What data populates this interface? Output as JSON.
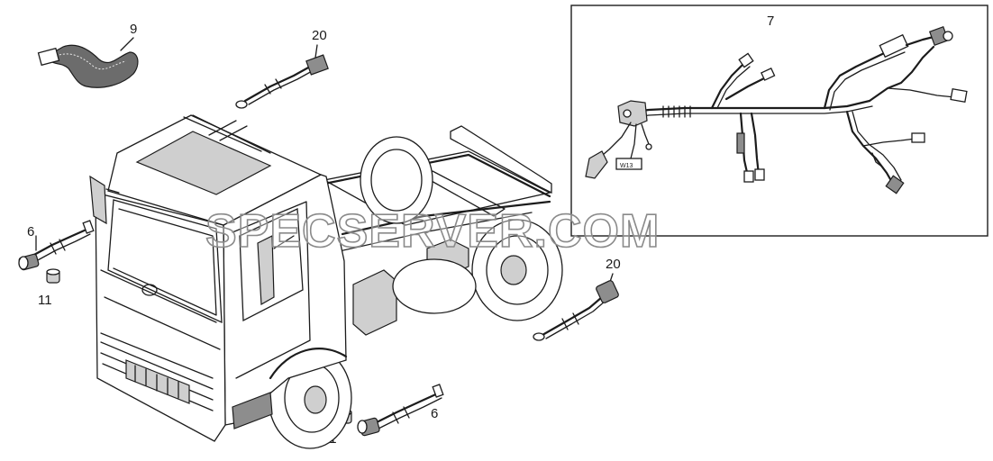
{
  "callouts": {
    "harness_main": "7",
    "cable_cab": "9",
    "sensor_top": "20",
    "sensor_right": "20",
    "sensor_left": "6",
    "sensor_bottom": "6",
    "cap_left": "11",
    "cap_bottom": "11",
    "connector_tag": "W13"
  },
  "watermark": "SPECSERVER.COM"
}
